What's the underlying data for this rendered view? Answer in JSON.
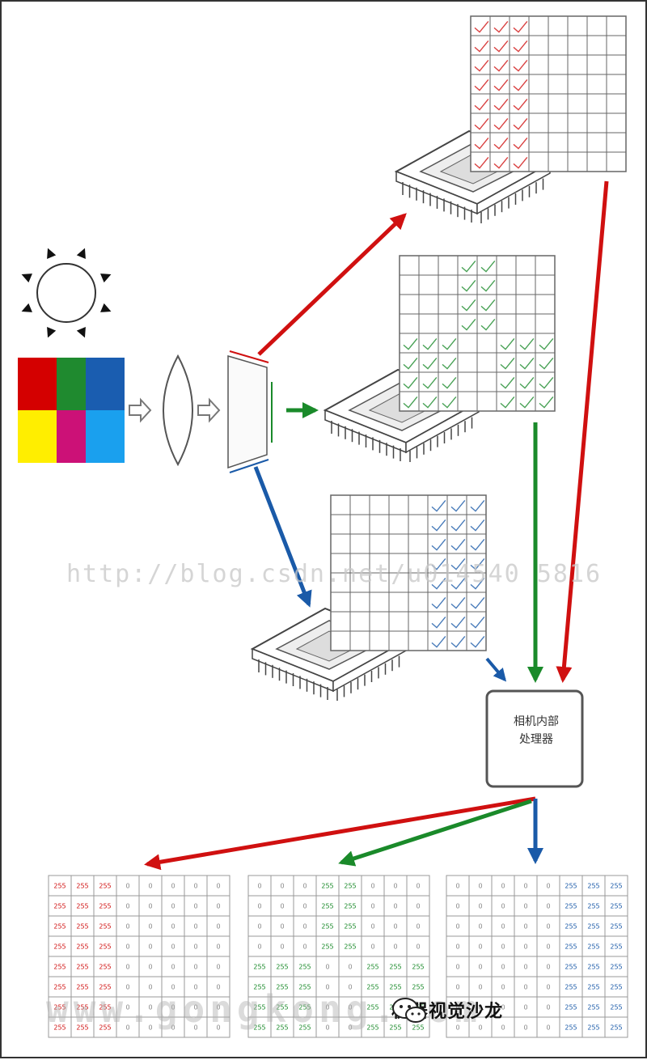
{
  "processor": {
    "label": "相机内部\n处理器"
  },
  "watermarks": {
    "url": "http://blog.csdn.net/u014540 5816",
    "site": "www.gongkong.com"
  },
  "badge": {
    "text": "机器视觉沙龙",
    "icon": "wechat-icon"
  },
  "output_grids": {
    "red": {
      "cell_value": "255",
      "zero_value": "0"
    },
    "green": {
      "cell_value": "255",
      "zero_value": "0"
    },
    "blue": {
      "cell_value": "255",
      "zero_value": "0"
    }
  },
  "colors": {
    "red": "#d01010",
    "green": "#1a8a2a",
    "blue": "#1a5aa8",
    "swatch_red": "#d40000",
    "swatch_green": "#1f8a2f",
    "swatch_blue": "#1a5db0",
    "swatch_yellow": "#ffee00",
    "swatch_magenta": "#cc1177",
    "swatch_cyan": "#1aa0ee",
    "grid_line": "#666666"
  }
}
